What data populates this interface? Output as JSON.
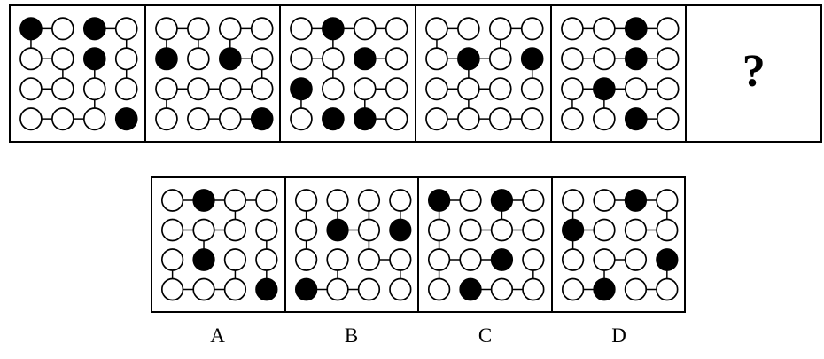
{
  "question_mark": "?",
  "colors": {
    "ink": "#000000",
    "paper": "#ffffff",
    "filled_circle": "#000000",
    "empty_circle": "#ffffff"
  },
  "grid": {
    "rows": 4,
    "cols": 4
  },
  "sequence_panels": [
    {
      "name": "panel-1",
      "filled": [
        [
          0,
          0
        ],
        [
          0,
          2
        ],
        [
          1,
          2
        ],
        [
          3,
          3
        ]
      ],
      "h_lines": [
        [
          0,
          0
        ],
        [
          0,
          2
        ],
        [
          1,
          0
        ],
        [
          2,
          0
        ],
        [
          3,
          0
        ],
        [
          3,
          1
        ]
      ],
      "v_lines": [
        [
          0,
          0
        ],
        [
          0,
          3
        ],
        [
          1,
          1
        ],
        [
          1,
          2
        ],
        [
          1,
          3
        ],
        [
          2,
          2
        ]
      ]
    },
    {
      "name": "panel-2",
      "filled": [
        [
          1,
          0
        ],
        [
          1,
          2
        ],
        [
          3,
          3
        ]
      ],
      "h_lines": [
        [
          0,
          0
        ],
        [
          0,
          2
        ],
        [
          1,
          2
        ],
        [
          2,
          0
        ],
        [
          2,
          1
        ],
        [
          2,
          2
        ],
        [
          3,
          1
        ],
        [
          3,
          2
        ]
      ],
      "v_lines": [
        [
          0,
          0
        ],
        [
          0,
          1
        ],
        [
          0,
          2
        ],
        [
          1,
          3
        ],
        [
          2,
          0
        ]
      ]
    },
    {
      "name": "panel-3",
      "filled": [
        [
          0,
          1
        ],
        [
          1,
          2
        ],
        [
          2,
          0
        ],
        [
          3,
          1
        ],
        [
          3,
          2
        ]
      ],
      "h_lines": [
        [
          0,
          0
        ],
        [
          0,
          1
        ],
        [
          0,
          2
        ],
        [
          1,
          0
        ],
        [
          1,
          2
        ],
        [
          2,
          2
        ],
        [
          3,
          2
        ]
      ],
      "v_lines": [
        [
          0,
          1
        ],
        [
          1,
          1
        ],
        [
          2,
          0
        ],
        [
          2,
          2
        ]
      ]
    },
    {
      "name": "panel-4",
      "filled": [
        [
          1,
          1
        ],
        [
          1,
          3
        ]
      ],
      "h_lines": [
        [
          0,
          0
        ],
        [
          0,
          2
        ],
        [
          1,
          0
        ],
        [
          1,
          1
        ],
        [
          2,
          0
        ],
        [
          2,
          1
        ],
        [
          3,
          0
        ],
        [
          3,
          1
        ],
        [
          3,
          2
        ]
      ],
      "v_lines": [
        [
          0,
          0
        ],
        [
          0,
          2
        ],
        [
          1,
          1
        ],
        [
          1,
          3
        ],
        [
          2,
          1
        ]
      ]
    },
    {
      "name": "panel-5",
      "filled": [
        [
          0,
          2
        ],
        [
          1,
          2
        ],
        [
          2,
          1
        ],
        [
          3,
          2
        ]
      ],
      "h_lines": [
        [
          0,
          0
        ],
        [
          0,
          1
        ],
        [
          0,
          2
        ],
        [
          1,
          0
        ],
        [
          1,
          1
        ],
        [
          1,
          2
        ],
        [
          2,
          0
        ],
        [
          2,
          1
        ],
        [
          2,
          2
        ],
        [
          3,
          2
        ]
      ],
      "v_lines": [
        [
          2,
          0
        ],
        [
          2,
          1
        ]
      ]
    }
  ],
  "options": [
    {
      "label": "A",
      "filled": [
        [
          0,
          1
        ],
        [
          2,
          1
        ],
        [
          3,
          3
        ]
      ],
      "h_lines": [
        [
          0,
          0
        ],
        [
          0,
          1
        ],
        [
          0,
          2
        ],
        [
          1,
          0
        ],
        [
          1,
          1
        ],
        [
          3,
          0
        ],
        [
          3,
          1
        ]
      ],
      "v_lines": [
        [
          0,
          2
        ],
        [
          1,
          1
        ],
        [
          1,
          3
        ],
        [
          2,
          0
        ],
        [
          2,
          2
        ],
        [
          2,
          3
        ]
      ]
    },
    {
      "label": "B",
      "filled": [
        [
          1,
          1
        ],
        [
          1,
          3
        ],
        [
          3,
          0
        ]
      ],
      "h_lines": [
        [
          1,
          1
        ],
        [
          2,
          2
        ],
        [
          3,
          0
        ],
        [
          3,
          1
        ]
      ],
      "v_lines": [
        [
          0,
          0
        ],
        [
          0,
          1
        ],
        [
          0,
          2
        ],
        [
          0,
          3
        ],
        [
          1,
          0
        ],
        [
          1,
          2
        ],
        [
          2,
          1
        ],
        [
          2,
          3
        ]
      ]
    },
    {
      "label": "C",
      "filled": [
        [
          0,
          0
        ],
        [
          0,
          2
        ],
        [
          2,
          2
        ],
        [
          3,
          1
        ]
      ],
      "h_lines": [
        [
          0,
          0
        ],
        [
          0,
          2
        ],
        [
          1,
          1
        ],
        [
          1,
          2
        ],
        [
          2,
          0
        ],
        [
          2,
          1
        ],
        [
          3,
          1
        ],
        [
          3,
          2
        ]
      ],
      "v_lines": [
        [
          0,
          0
        ],
        [
          0,
          2
        ],
        [
          1,
          0
        ],
        [
          2,
          0
        ],
        [
          2,
          3
        ]
      ]
    },
    {
      "label": "D",
      "filled": [
        [
          0,
          2
        ],
        [
          1,
          0
        ],
        [
          2,
          3
        ],
        [
          3,
          1
        ]
      ],
      "h_lines": [
        [
          0,
          1
        ],
        [
          0,
          2
        ],
        [
          1,
          0
        ],
        [
          1,
          2
        ],
        [
          2,
          1
        ],
        [
          3,
          0
        ],
        [
          3,
          2
        ]
      ],
      "v_lines": [
        [
          0,
          0
        ],
        [
          0,
          3
        ],
        [
          1,
          0
        ],
        [
          2,
          1
        ],
        [
          2,
          3
        ]
      ]
    }
  ]
}
